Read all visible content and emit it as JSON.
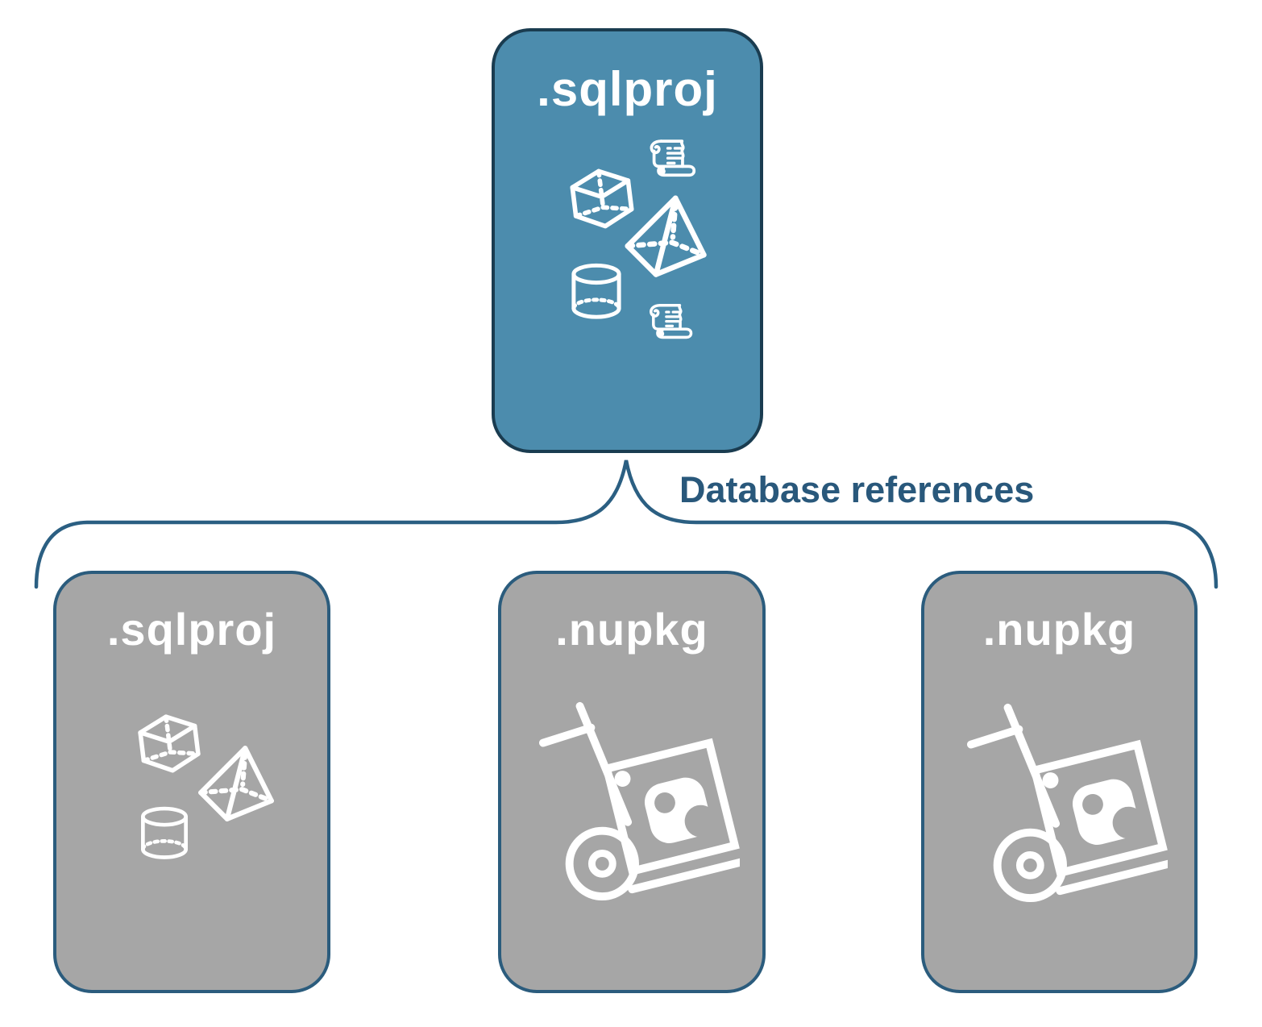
{
  "diagram": {
    "root_box": {
      "label": ".sqlproj",
      "fill_color": "#4C8CAD",
      "border_color": "#1A3C50",
      "text_color": "#FFFFFF",
      "icons": [
        "cube-icon",
        "scroll-icon",
        "pyramid-icon",
        "cylinder-icon",
        "scroll-icon"
      ]
    },
    "connector": {
      "label": "Database references",
      "line_color": "#2B5F82",
      "label_color": "#29587B",
      "shape": "curly-brace"
    },
    "child_boxes": [
      {
        "label": ".sqlproj",
        "fill_color": "#A6A6A6",
        "border_color": "#2B5C7D",
        "text_color": "#FFFFFF",
        "icons": [
          "cube-icon",
          "pyramid-icon",
          "cylinder-icon"
        ]
      },
      {
        "label": ".nupkg",
        "fill_color": "#A6A6A6",
        "border_color": "#2B5C7D",
        "text_color": "#FFFFFF",
        "icons": [
          "nuget-hand-truck-icon"
        ]
      },
      {
        "label": ".nupkg",
        "fill_color": "#A6A6A6",
        "border_color": "#2B5C7D",
        "text_color": "#FFFFFF",
        "icons": [
          "nuget-hand-truck-icon"
        ]
      }
    ]
  }
}
